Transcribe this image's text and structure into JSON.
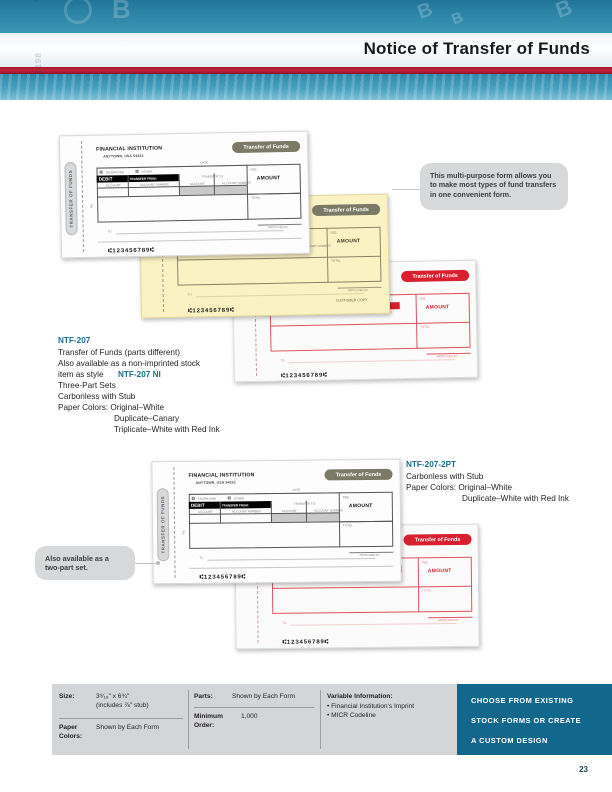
{
  "header": {
    "title": "Notice of Transfer of Funds",
    "colors": {
      "teal": "#2b84a6",
      "red": "#a8162c",
      "accent": "#11688c"
    }
  },
  "callouts": [
    {
      "id": "multi-purpose",
      "text": "This multi-purpose form allows you to make most types of fund transfers in one convenient form."
    },
    {
      "id": "two-part",
      "text": "Also available as a two-part set."
    }
  ],
  "products": [
    {
      "code": "NTF-207",
      "lines": [
        "Transfer of Funds (parts different)",
        "Also available as a non-imprinted stock",
        "item as style ",
        "Three-Part Sets",
        "Carbonless with Stub",
        "Paper Colors: Original–White"
      ],
      "inline_code": "NTF-207 NI",
      "indented": [
        "Duplicate–Canary",
        "Triplicate–White with Red Ink"
      ]
    },
    {
      "code": "NTF-207-2PT",
      "lines": [
        "Carbonless with Stub",
        "Paper Colors: Original–White"
      ],
      "indented": [
        "Duplicate–White with Red Ink"
      ]
    }
  ],
  "form": {
    "institution": "FINANCIAL INSTITUTION",
    "address": "ANYTOWN, USA 54321",
    "pill_label": "Transfer of Funds",
    "tab_label": "TRANSFER OF FUNDS",
    "date_label": "DATE",
    "telephone_label": "TELEPHONE",
    "other_label": "OTHER",
    "debit_label": "DEBIT",
    "transfer_from_label": "TRANSFER FROM:",
    "transfer_to_label": "TRANSFER TO:",
    "account_label": "ACCOUNT",
    "account_number_label": "ACCOUNT NUMBER",
    "fee_label": "FEE:",
    "amount_label": "AMOUNT",
    "total_label": "TOTAL",
    "to_label": "TO",
    "approved_by_label": "APPROVED BY",
    "re_label": "RE:",
    "customer_copy_label": "CUSTOMER COPY",
    "micr": "⑆123456789⑆"
  },
  "spec": {
    "size_label": "Size:",
    "size_value_line1": "3⁹⁄₁₆\" x 6¾\"",
    "size_value_line2": "(includes ⅞\" stub)",
    "paper_label_line1": "Paper",
    "paper_label_line2": "Colors:",
    "paper_value": "Shown by Each Form",
    "parts_label": "Parts:",
    "parts_value": "Shown by Each Form",
    "min_label_line1": "Minimum",
    "min_label_line2": "Order:",
    "min_value": "1,000",
    "variable_label": "Variable Information:",
    "variable_items": [
      "• Financial Institution's Imprint",
      "• MICR Codeline"
    ]
  },
  "cta": {
    "line1": "CHOOSE FROM EXISTING",
    "line2": "STOCK FORMS OR CREATE",
    "line3": "A CUSTOM DESIGN"
  },
  "page_number": "23"
}
